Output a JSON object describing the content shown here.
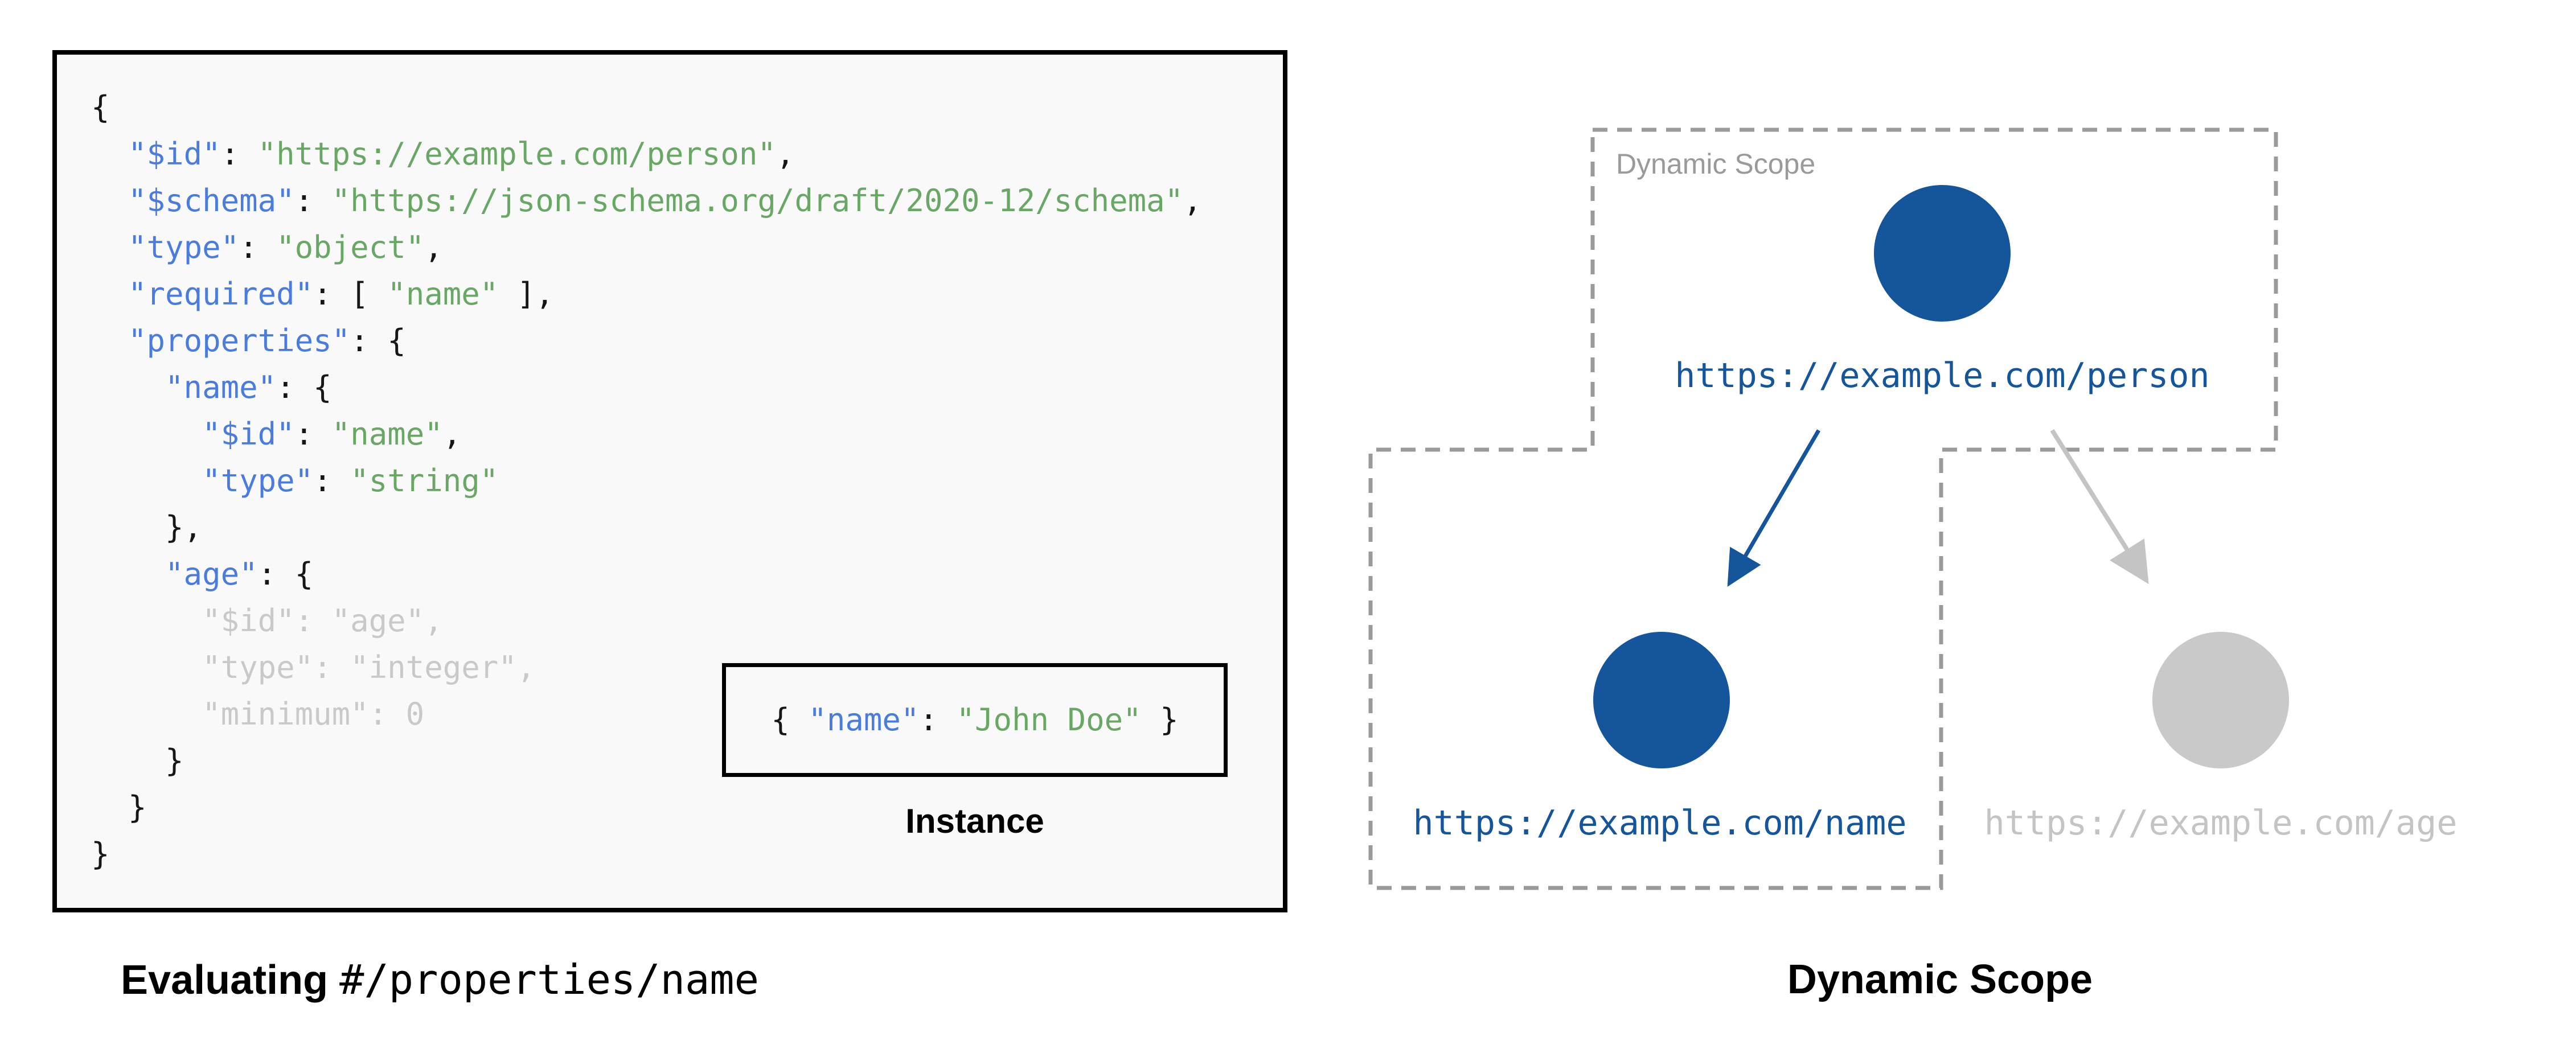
{
  "colors": {
    "key-blue": "#4a7cdf",
    "str-green": "#69a765",
    "code-black": "#161616",
    "dim-gray": "#c9c9c9",
    "node-blue": "#14559c",
    "node-gray": "#c9c9c9",
    "url-gray": "#c4c4c4",
    "scope-gray": "#9a9a9a",
    "panel-bg": "#f9f9f9",
    "ink": "#000000"
  },
  "schema_code": {
    "lines": [
      [
        {
          "t": "{",
          "c": "p"
        }
      ],
      [
        {
          "t": "  ",
          "c": "p"
        },
        {
          "t": "\"$id\"",
          "c": "k"
        },
        {
          "t": ": ",
          "c": "p"
        },
        {
          "t": "\"https://example.com/person\"",
          "c": "s"
        },
        {
          "t": ",",
          "c": "p"
        }
      ],
      [
        {
          "t": "  ",
          "c": "p"
        },
        {
          "t": "\"$schema\"",
          "c": "k"
        },
        {
          "t": ": ",
          "c": "p"
        },
        {
          "t": "\"https://json-schema.org/draft/2020-12/schema\"",
          "c": "s"
        },
        {
          "t": ",",
          "c": "p"
        }
      ],
      [
        {
          "t": "  ",
          "c": "p"
        },
        {
          "t": "\"type\"",
          "c": "k"
        },
        {
          "t": ": ",
          "c": "p"
        },
        {
          "t": "\"object\"",
          "c": "s"
        },
        {
          "t": ",",
          "c": "p"
        }
      ],
      [
        {
          "t": "  ",
          "c": "p"
        },
        {
          "t": "\"required\"",
          "c": "k"
        },
        {
          "t": ": [ ",
          "c": "p"
        },
        {
          "t": "\"name\"",
          "c": "s"
        },
        {
          "t": " ],",
          "c": "p"
        }
      ],
      [
        {
          "t": "  ",
          "c": "p"
        },
        {
          "t": "\"properties\"",
          "c": "k"
        },
        {
          "t": ": {",
          "c": "p"
        }
      ],
      [
        {
          "t": "    ",
          "c": "p"
        },
        {
          "t": "\"name\"",
          "c": "k"
        },
        {
          "t": ": {",
          "c": "p"
        }
      ],
      [
        {
          "t": "      ",
          "c": "p"
        },
        {
          "t": "\"$id\"",
          "c": "k"
        },
        {
          "t": ": ",
          "c": "p"
        },
        {
          "t": "\"name\"",
          "c": "s"
        },
        {
          "t": ",",
          "c": "p"
        }
      ],
      [
        {
          "t": "      ",
          "c": "p"
        },
        {
          "t": "\"type\"",
          "c": "k"
        },
        {
          "t": ": ",
          "c": "p"
        },
        {
          "t": "\"string\"",
          "c": "s"
        }
      ],
      [
        {
          "t": "    },",
          "c": "p"
        }
      ],
      [
        {
          "t": "    ",
          "c": "p"
        },
        {
          "t": "\"age\"",
          "c": "k"
        },
        {
          "t": ": {",
          "c": "p"
        }
      ],
      [
        {
          "t": "      \"$id\": \"age\",",
          "c": "d"
        }
      ],
      [
        {
          "t": "      \"type\": \"integer\",",
          "c": "d"
        }
      ],
      [
        {
          "t": "      \"minimum\": 0",
          "c": "d"
        }
      ],
      [
        {
          "t": "    }",
          "c": "p"
        }
      ],
      [
        {
          "t": "  }",
          "c": "p"
        }
      ],
      [
        {
          "t": "}",
          "c": "p"
        }
      ]
    ]
  },
  "instance": {
    "label": "Instance",
    "segments": [
      {
        "t": "{ ",
        "c": "p"
      },
      {
        "t": "\"name\"",
        "c": "k"
      },
      {
        "t": ": ",
        "c": "p"
      },
      {
        "t": "\"John Doe\"",
        "c": "s"
      },
      {
        "t": " }",
        "c": "p"
      }
    ]
  },
  "captions": {
    "left_bold": "Evaluating",
    "left_space": " ",
    "left_code": "#/properties/name",
    "right": "Dynamic Scope"
  },
  "diagram": {
    "scope_label": "Dynamic Scope",
    "nodes": [
      {
        "id": "person",
        "url": "https://example.com/person",
        "state": "active"
      },
      {
        "id": "name",
        "url": "https://example.com/name",
        "state": "active"
      },
      {
        "id": "age",
        "url": "https://example.com/age",
        "state": "inactive"
      }
    ]
  }
}
